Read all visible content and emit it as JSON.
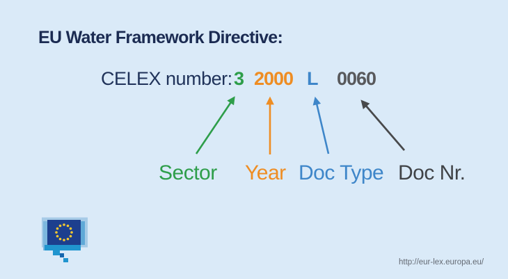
{
  "page": {
    "background": "#daeaf8",
    "title": "EU Water Framework Directive:",
    "source_url": "http://eur-lex.europa.eu/"
  },
  "celex": {
    "label": "CELEX number:",
    "sector_value": "3",
    "year_value": "2000",
    "doc_type_value": "L",
    "doc_nr_value": "0060"
  },
  "annotations": {
    "sector_label": "Sector",
    "year_label": "Year",
    "doc_type_label": "Doc Type",
    "doc_nr_label": "Doc Nr."
  },
  "colors": {
    "sector_green": "#2e9e4a",
    "year_orange": "#ee8d23",
    "doc_type_blue": "#3e86c9",
    "doc_nr_value_gray": "#58595c",
    "doc_nr_label_dark": "#404347",
    "arrow_dark": "#48494b",
    "title_navy": "#1b2b52"
  },
  "logo": {
    "name": "EUR-Lex EU flag pixel logo"
  }
}
